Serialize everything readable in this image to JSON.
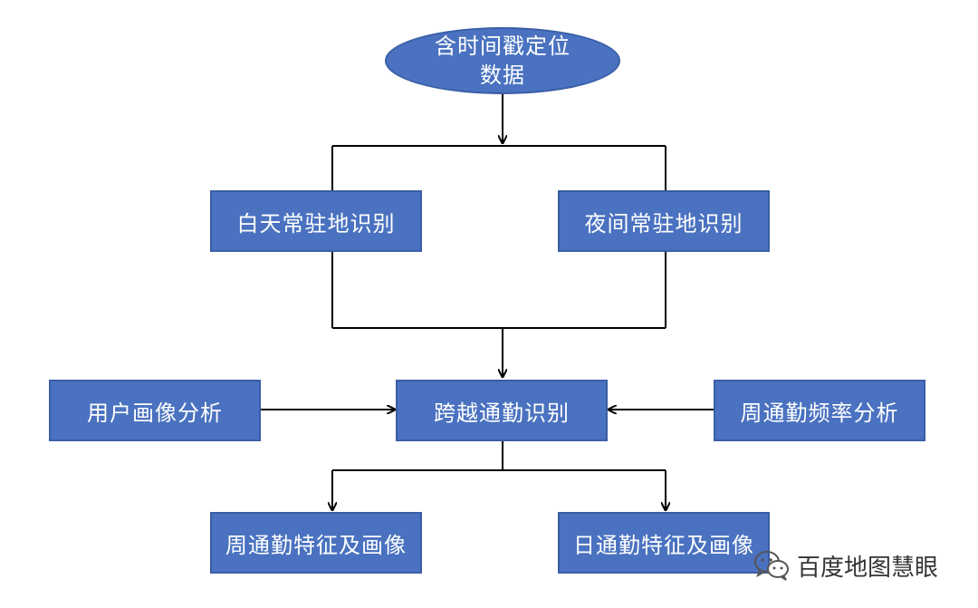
{
  "diagram": {
    "nodes": {
      "source_line1": "含时间戳定位",
      "source_line2": "数据",
      "daytime": "白天常驻地识别",
      "nighttime": "夜间常驻地识别",
      "user_profile": "用户画像分析",
      "cross_commute": "跨越通勤识别",
      "weekly_frequency": "周通勤频率分析",
      "weekly_features": "周通勤特征及画像",
      "daily_features": "日通勤特征及画像"
    },
    "colors": {
      "node_fill": "#4a72c0",
      "node_border": "#3a5ea6",
      "node_text": "#ffffff",
      "connector": "#000000"
    }
  },
  "watermark": {
    "icon": "wechat-icon",
    "text": "百度地图慧眼"
  }
}
